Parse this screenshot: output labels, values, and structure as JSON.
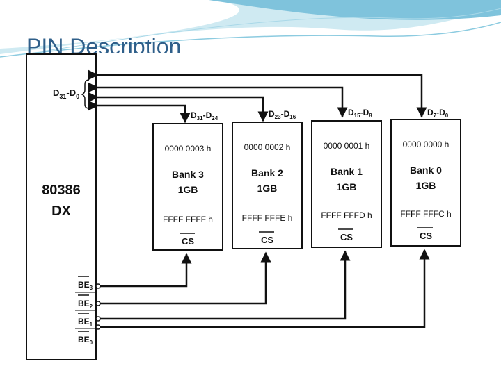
{
  "slide": {
    "title": "PIN Description"
  },
  "cpu": {
    "name_line1": "80386",
    "name_line2": "DX"
  },
  "data_bus": {
    "main": "D",
    "main_sub": "31",
    "main_sep": "-D",
    "main_sub2": "0"
  },
  "byte_enables": [
    {
      "main": "BE",
      "sub": "3"
    },
    {
      "main": "BE",
      "sub": "2"
    },
    {
      "main": "BE",
      "sub": "1"
    },
    {
      "main": "BE",
      "sub": "0"
    }
  ],
  "banks": [
    {
      "bus": "D",
      "bus_sub": "31",
      "bus_sep": "-D",
      "bus_sub2": "24",
      "start": "0000 0003 h",
      "name": "Bank 3",
      "size": "1GB",
      "end": "FFFF FFFF h",
      "cs": "CS"
    },
    {
      "bus": "D",
      "bus_sub": "23",
      "bus_sep": "-D",
      "bus_sub2": "16",
      "start": "0000 0002 h",
      "name": "Bank 2",
      "size": "1GB",
      "end": "FFFF FFFE h",
      "cs": "CS"
    },
    {
      "bus": "D",
      "bus_sub": "15",
      "bus_sep": "-D",
      "bus_sub2": "8",
      "start": "0000 0001 h",
      "name": "Bank 1",
      "size": "1GB",
      "end": "FFFF FFFD h",
      "cs": "CS"
    },
    {
      "bus": "D",
      "bus_sub": "7",
      "bus_sep": "-D",
      "bus_sub2": "0",
      "start": "0000 0000 h",
      "name": "Bank 0",
      "size": "1GB",
      "end": "FFFF FFFC h",
      "cs": "CS"
    }
  ],
  "colors": {
    "title": "#2f5f8a",
    "swoosh_light": "#bfe3ee",
    "swoosh_dark": "#6fb8d4",
    "line": "#111111"
  }
}
